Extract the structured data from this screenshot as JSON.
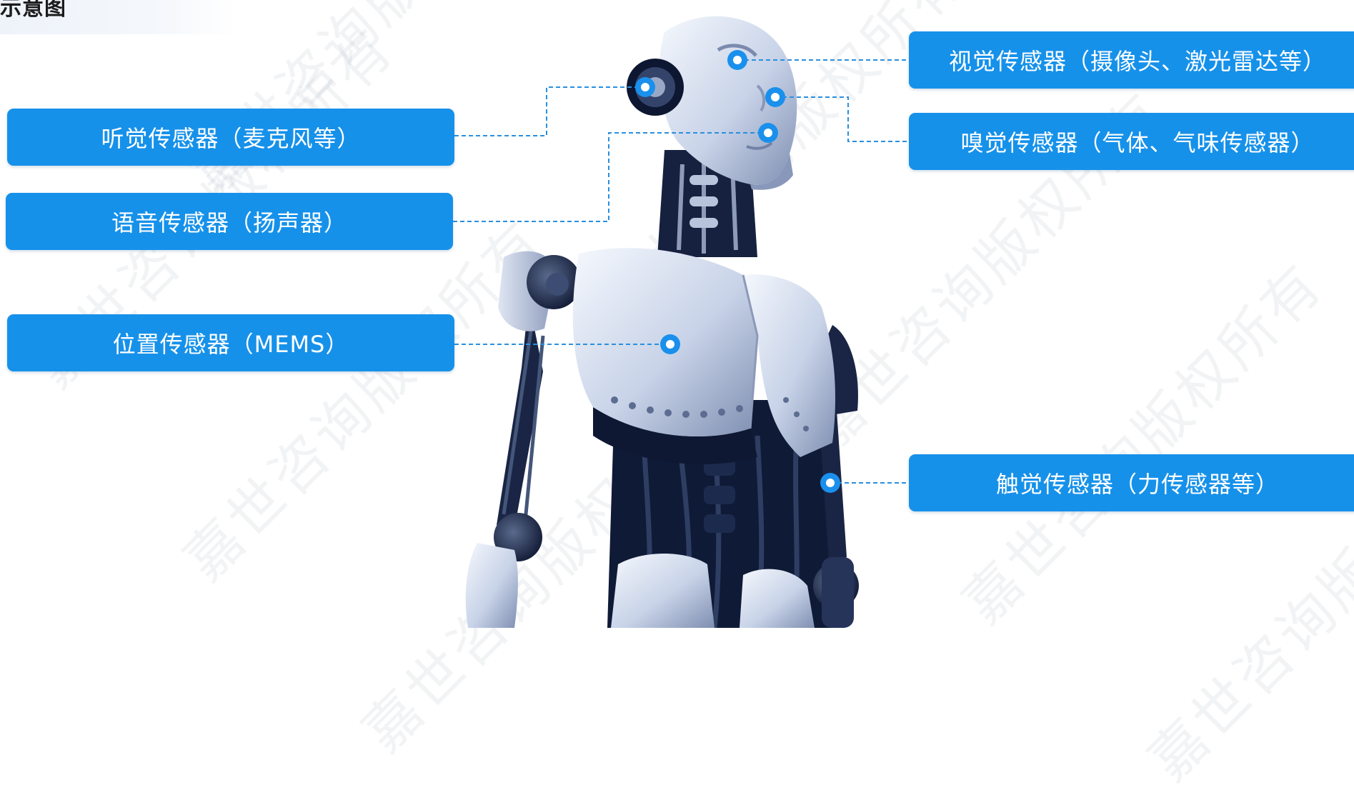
{
  "header": {
    "title": "示意图"
  },
  "watermark": {
    "text": "嘉世咨询版权所有"
  },
  "labels": {
    "hearing": "听觉传感器（麦克风等）",
    "speech": "语音传感器（扬声器）",
    "position": "位置传感器（MEMS）",
    "vision": "视觉传感器（摄像头、激光雷达等）",
    "smell": "嗅觉传感器（气体、气味传感器）",
    "touch": "触觉传感器（力传感器等）"
  },
  "colors": {
    "label_bg": "#1691ea",
    "label_text": "#ffffff",
    "connector": "#2a8fde",
    "marker": "#1a90ec"
  }
}
